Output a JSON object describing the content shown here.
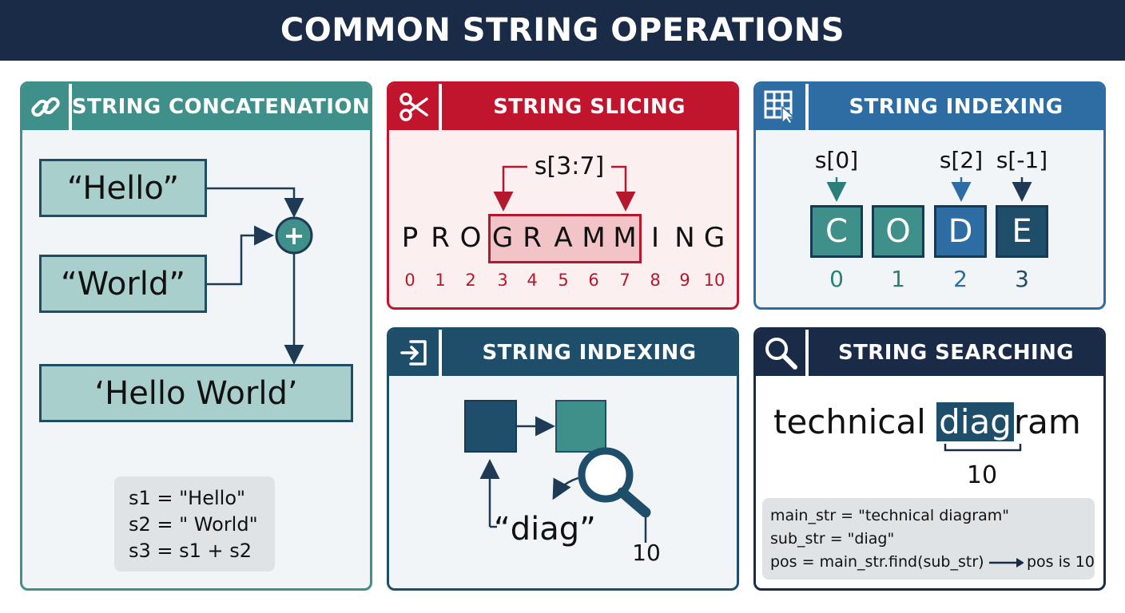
{
  "title": "COMMON STRING OPERATIONS",
  "colors": {
    "navy": "#1a2b47",
    "teal": "#3f8f8a",
    "crimson": "#c0152d",
    "blue": "#2d6da3",
    "dark_teal": "#1f4e6b"
  },
  "concatenation": {
    "header": "STRING CONCATENATION",
    "icon": "link-icon",
    "box1": "“Hello”",
    "box2": "“World”",
    "operator": "+",
    "result": "‘Hello  World’",
    "code": [
      "s1 = \"Hello\"",
      "s2 = \" World\"",
      "s3 =  s1 + s2"
    ]
  },
  "slicing": {
    "header": "STRING SLICING",
    "icon": "scissors-icon",
    "slice_label": "s[3:7]",
    "letters": [
      "P",
      "R",
      "O",
      "G",
      "R",
      "A",
      "M",
      "M",
      "I",
      "N",
      "G"
    ],
    "indices": [
      "0",
      "1",
      "2",
      "3",
      "4",
      "5",
      "6",
      "7",
      "8",
      "9",
      "10"
    ]
  },
  "indexing": {
    "header": "STRING INDEXING",
    "icon": "grid-cursor-icon",
    "labels": [
      "s[0]",
      "s[2]",
      "s[-1]"
    ],
    "tiles": [
      "C",
      "O",
      "D",
      "E"
    ],
    "tile_indices": [
      "0",
      "1",
      "2",
      "3"
    ]
  },
  "indexing2": {
    "header": "STRING INDEXING",
    "icon": "enter-icon",
    "word": "“diag”",
    "number": "10"
  },
  "searching": {
    "header": "STRING SEARCHING",
    "icon": "magnifier-icon",
    "text_before": "technical ",
    "highlight": "diag",
    "text_after": "ram",
    "position": "10",
    "code": [
      "main_str  = \"technical diagram\"",
      "sub_str  = \"diag\"",
      "pos = main_str.find(sub_str)"
    ],
    "result": "pos is 10"
  }
}
